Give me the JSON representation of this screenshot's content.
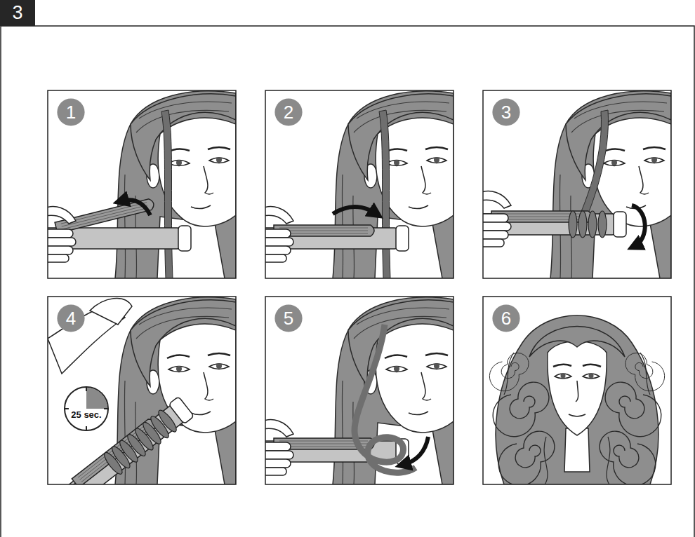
{
  "diagram": {
    "nodes": [
      {
        "text": [
          "3"
        ]
      },
      {
        "text": [
          "1"
        ]
      },
      {
        "text": [
          "2"
        ]
      },
      {
        "text": [
          "3"
        ]
      },
      {
        "text": [
          "4"
        ]
      },
      {
        "text": [
          "25 sec."
        ]
      },
      {
        "text": [
          "5"
        ]
      },
      {
        "text": [
          "6"
        ]
      }
    ]
  }
}
